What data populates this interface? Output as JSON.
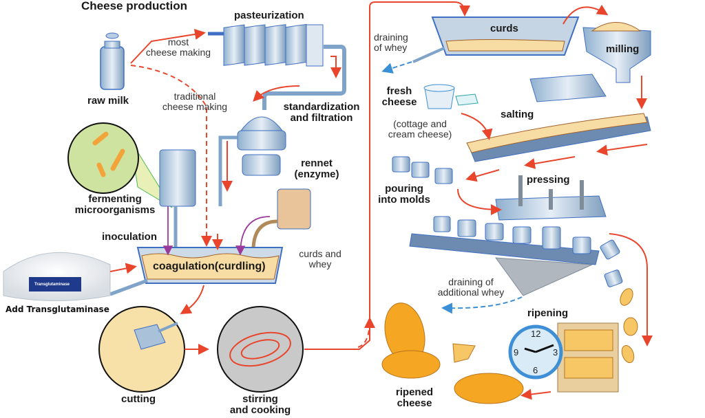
{
  "title": "Cheese production",
  "colors": {
    "arrow": "#e8452c",
    "whey_arrow": "#3b8fd4",
    "metal": "#a9c2da",
    "metal_edge": "#3f6fc2",
    "curd": "#f7dca3",
    "cheese": "#f5a623",
    "purple": "#9b3a9b",
    "microbe_bg": "#cfe3a0"
  },
  "labels": {
    "raw_milk": "raw milk",
    "most_line1": "most",
    "most_line2": "cheese making",
    "traditional_line1": "traditional",
    "traditional_line2": "cheese making",
    "pasteurization": "pasteurization",
    "standardization_line1": "standardization",
    "standardization_line2": "and filtration",
    "fermenting_line1": "fermenting",
    "fermenting_line2": "microorganisms",
    "rennet_line1": "rennet",
    "rennet_line2": "(enzyme)",
    "inoculation": "inoculation",
    "coagulation": "coagulation(curdling)",
    "curds_whey_line1": "curds and",
    "curds_whey_line2": "whey",
    "transglutaminase_badge": "Transglutaminase",
    "add_transglutaminase": "Add Transglutaminase",
    "cutting": "cutting",
    "stirring_line1": "stirring",
    "stirring_line2": "and cooking",
    "curds": "curds",
    "draining_whey_line1": "draining",
    "draining_whey_line2": "of whey",
    "milling": "milling",
    "fresh_line1": "fresh",
    "fresh_line2": "cheese",
    "cottage_line1": "(cottage and",
    "cottage_line2": "cream cheese)",
    "salting": "salting",
    "pouring_line1": "pouring",
    "pouring_line2": "into molds",
    "pressing": "pressing",
    "draining_add_line1": "draining of",
    "draining_add_line2": "additional whey",
    "ripening": "ripening",
    "ripened_line1": "ripened",
    "ripened_line2": "cheese"
  },
  "clock": {
    "n12": "12",
    "n3": "3",
    "n6": "6",
    "n9": "9"
  }
}
